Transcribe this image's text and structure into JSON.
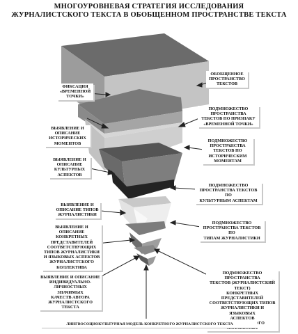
{
  "title": {
    "line1": "МНОГОУРОВНЕВАЯ СТРАТЕГИЯ ИССЛЕДОВАНИЯ",
    "line2": "ЖУРНАЛИСТСКОГО ТЕКСТА  В ОБОБЩЕННОМ ПРОСТРАНСТВЕ ТЕКСТА"
  },
  "left_labels": [
    "ФИКСАЦИЯ\n«ВРЕМЕННОЙ\nТОЧКИ»",
    "ВЫЯВЛЕНИЕ И\nОПИСАНИЕ\nИСТОРИЧЕСКИХ\nМОМЕНТОВ",
    "ВЫЯВЛЕНИЕ И\nОПИСАНИЕ\nКУЛЬТУРНЫХ\nАСПЕКТОВ",
    "ВЫЯВЛЕНИЕ И\nОПИСАНИЕ ТИПОВ\nЖУРНАЛИСТИКИ",
    "ВЫЯВЛЕНИЕ И\nОПИСАНИЕ КОНКРЕТНЫХ\nПРЕДСТАВИТЕЛЕЙ\nСООТВЕТСТВУЮЩИХ\nТИПОВ ЖУРНАЛИСТИКИ\nИ ЯЗЫКОВЫХ АСПЕКТОВ\nЖУРНАЛИСТСКОГО\nКОЛЛЕКТИВА",
    "ВЫЯВЛЕНИЕ И ОПИСАНИЕ\nИНДИВИДУАЛЬНО-\nЛИЧНОСТНЫХ ЗНАЧИМЫХ\nКАЧЕСТВ АВТОРА\nЖУРНАЛИСТСКОГО ТЕКСТА"
  ],
  "right_labels": [
    "ОБОБЩЕННОЕ\nПРОСТРАНСТВО\nТЕКСТОВ",
    "ПОДМНОЖЕСТВО\nПРОСТРАНСТВА\nТЕКСТОВ ПО ПРИЗНАКУ\n«ВРЕМЕННОЙ ТОЧКИ»",
    "ПОДМНОЖЕСТВО\nПРОСТРАНСТВА\nТЕКСТОВ ПО\nИСТОРИЧЕСКИМ\nМОМЕНТАМ",
    "ПОДМНОЖЕСТВО\nПРОСТРАНСТВА ТЕКСТОВ ПО\nКУЛЬТУРНЫМ АСПЕКТАМ",
    "ПОДМНОЖЕСТВО\nПРОСТРАНСТВА ТЕКСТОВ ПО\nТИПАМ ЖУРНАЛИСТИКИ",
    "ПОДМНОЖЕСТВО ПРОСТРАНСТВА\nТЕКСТОВ (ЖУРНАЛИСТСКИЙ ТЕКСТ)\nКОНКРЕТНЫХ ПРЕДСТАВИТЕЛЕЙ\nСООТВЕТСТВУЮЩИХ ТИПОВ\nЖУРНАЛИСТИКИ И ЯЗЫКОВЫХ\nАСПЕКТОВ ЖУРНАЛИСТСКОГО\nКОЛЛЕКТИВА"
  ],
  "bottom_label": "ЛИНГВОСОЦИОКУЛЬТУРНАЯ МОДЕЛЬ КОНКРЕТНОГО ЖУРНАЛИСТСКОГО ТЕКСТА",
  "colors": {
    "box_top": "#6b6b6b",
    "box_front": "#b9b9b9",
    "box_side": "#8c8c8c",
    "dark": "#2b2b2b",
    "arrow": "#222222"
  }
}
